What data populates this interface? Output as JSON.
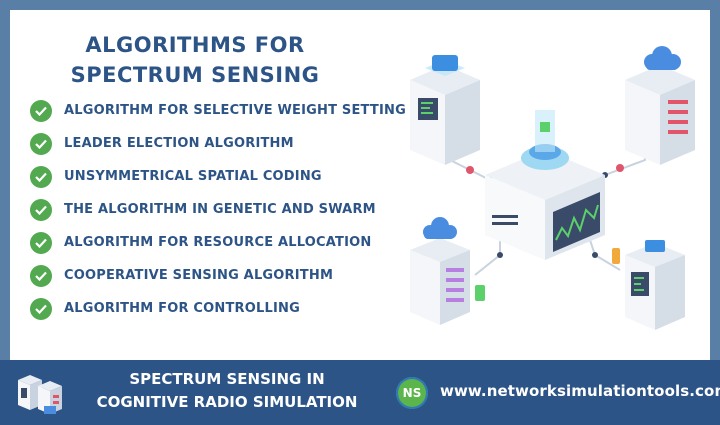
{
  "title": {
    "line1": "ALGORITHMS FOR",
    "line2": "SPECTRUM SENSING"
  },
  "items": [
    "ALGORITHM FOR SELECTIVE WEIGHT SETTING",
    "LEADER ELECTION ALGORITHM",
    "UNSYMMETRICAL SPATIAL CODING",
    "THE ALGORITHM IN GENETIC AND SWARM",
    "ALGORITHM FOR RESOURCE ALLOCATION",
    "COOPERATIVE SENSING ALGORITHM",
    "ALGORITHM FOR CONTROLLING"
  ],
  "footer": {
    "title_line1": "SPECTRUM SENSING IN",
    "title_line2": "COGNITIVE RADIO SIMULATION",
    "logo_text": "NS",
    "url": "www.networksimulationtools.com"
  },
  "colors": {
    "background": "#5a7fa6",
    "title": "#2d5486",
    "check": "#52a94f",
    "footer": "#2d5486"
  },
  "icons": [
    "check-circle-icon",
    "server-network-illustration",
    "cloud-icon",
    "servers-icon"
  ]
}
